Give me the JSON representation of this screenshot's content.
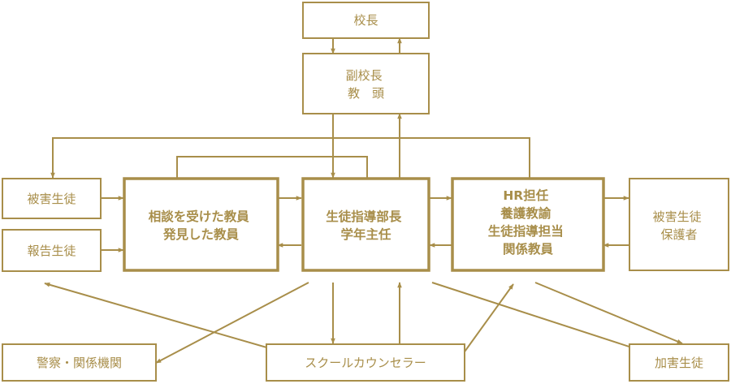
{
  "colors": {
    "line": "#a88e4a",
    "text": "#a88e4a",
    "background": "#ffffff"
  },
  "nodes": {
    "principal": {
      "lines": [
        "校長"
      ]
    },
    "vice_principal": {
      "lines": [
        "副校長",
        "教　頭"
      ]
    },
    "victim_student": {
      "lines": [
        "被害生徒"
      ]
    },
    "reporting_student": {
      "lines": [
        "報告生徒"
      ]
    },
    "consulted_teacher": {
      "lines": [
        "相談を受けた教員",
        "発見した教員"
      ]
    },
    "discipline_head": {
      "lines": [
        "生徒指導部長",
        "学年主任"
      ]
    },
    "hr_staff": {
      "lines": [
        "HR担任",
        "養護教諭",
        "生徒指導担当",
        "関係教員"
      ]
    },
    "victim_guardian": {
      "lines": [
        "被害生徒",
        "保護者"
      ]
    },
    "police": {
      "lines": [
        "警察・関係機関"
      ]
    },
    "counselor": {
      "lines": [
        "スクールカウンセラー"
      ]
    },
    "perpetrator": {
      "lines": [
        "加害生徒"
      ]
    }
  }
}
